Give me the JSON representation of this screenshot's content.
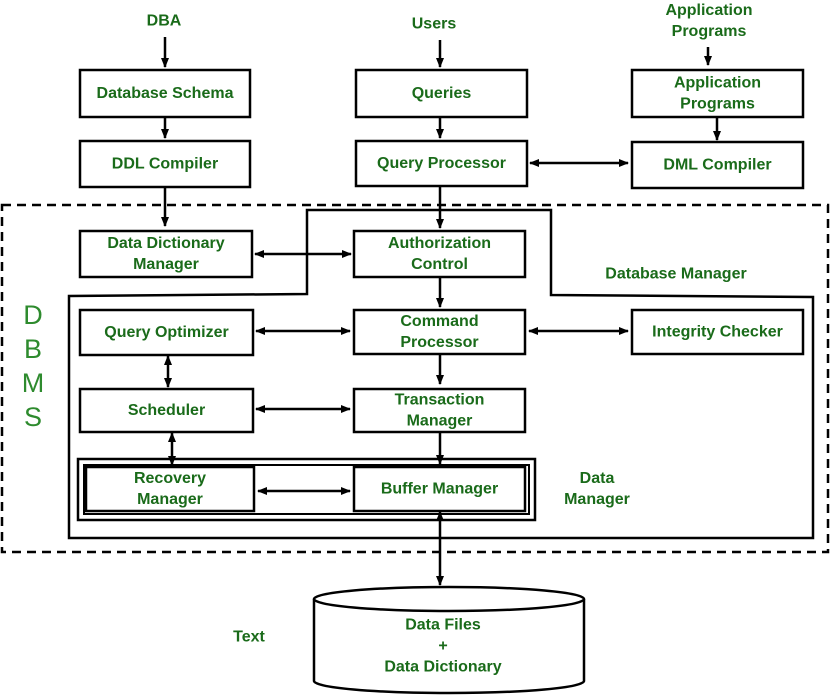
{
  "colors": {
    "text": "#1a6b1a",
    "dbms_letters": "#2e8b2e",
    "stroke": "#000000"
  },
  "inputs": {
    "dba": "DBA",
    "users": "Users",
    "application_programs": [
      "Application",
      "Programs"
    ]
  },
  "boxes": {
    "database_schema": [
      "Database Schema"
    ],
    "queries": [
      "Queries"
    ],
    "application_programs": [
      "Application",
      "Programs"
    ],
    "ddl_compiler": [
      "DDL Compiler"
    ],
    "query_processor": [
      "Query Processor"
    ],
    "dml_compiler": [
      "DML Compiler"
    ],
    "data_dictionary_manager": [
      "Data Dictionary",
      "Manager"
    ],
    "authorization_control": [
      "Authorization",
      "Control"
    ],
    "query_optimizer": [
      "Query Optimizer"
    ],
    "command_processor": [
      "Command",
      "Processor"
    ],
    "integrity_checker": [
      "Integrity Checker"
    ],
    "scheduler": [
      "Scheduler"
    ],
    "transaction_manager": [
      "Transaction",
      "Manager"
    ],
    "recovery_manager": [
      "Recovery",
      "Manager"
    ],
    "buffer_manager": [
      "Buffer Manager"
    ]
  },
  "labels": {
    "database_manager": "Database Manager",
    "data_manager": [
      "Data",
      "Manager"
    ],
    "dbms_letters": [
      "D",
      "B",
      "M",
      "S"
    ],
    "text": "Text"
  },
  "storage": [
    "Data Files",
    "+",
    "Data Dictionary"
  ]
}
